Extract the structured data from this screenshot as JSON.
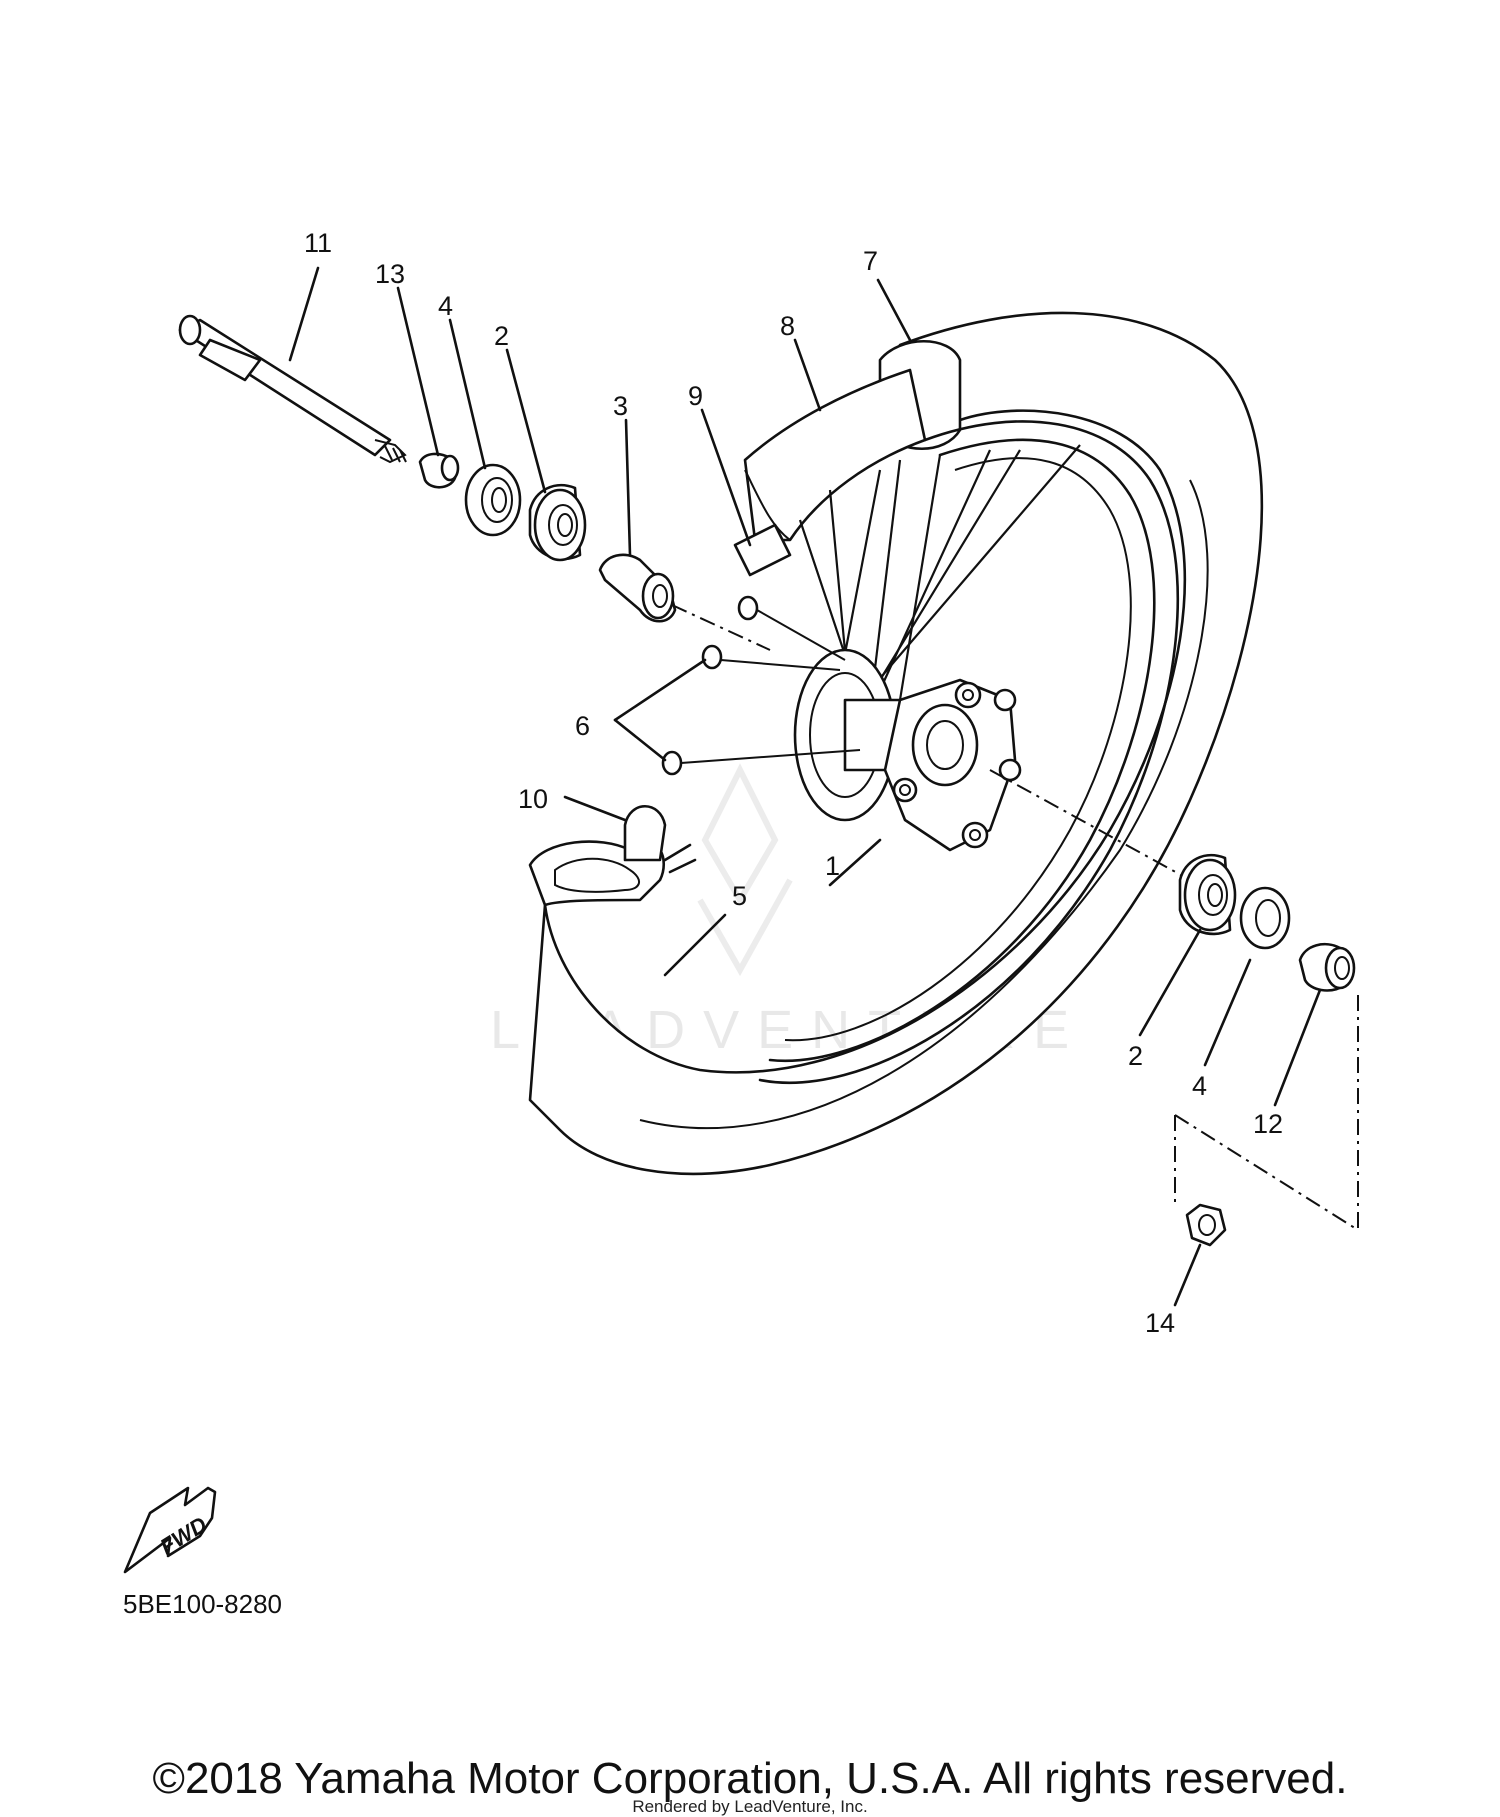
{
  "diagram": {
    "part_callouts": [
      "1",
      "2",
      "3",
      "4",
      "5",
      "6",
      "7",
      "8",
      "9",
      "10",
      "11",
      "12",
      "13",
      "14"
    ],
    "direction_label": "FWD",
    "diagram_code": "5BE100-8280",
    "watermark_text": "LEADVENTURE"
  },
  "footer": {
    "copyright": "©2018 Yamaha Motor Corporation, U.S.A. All rights reserved.",
    "rendered_by": "Rendered by LeadVenture, Inc."
  }
}
